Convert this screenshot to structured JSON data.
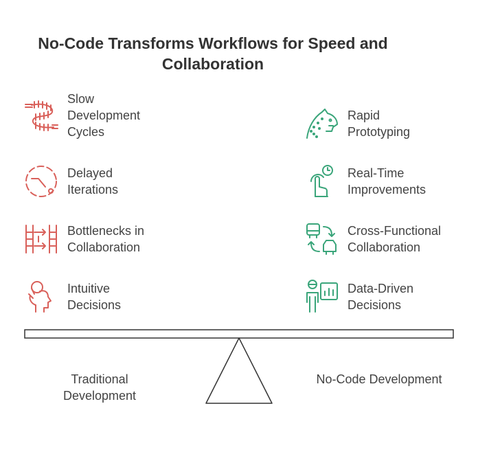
{
  "title": {
    "line1": "No-Code Transforms Workflows for Speed and",
    "line2": "Collaboration"
  },
  "colors": {
    "left_accent": "#d9605a",
    "right_accent": "#3aa57a",
    "text": "#434343",
    "line": "#333333"
  },
  "left_items": [
    {
      "lines": [
        "Slow",
        "Development",
        "Cycles"
      ],
      "icon": "centipede-icon"
    },
    {
      "lines": [
        "Delayed",
        "Iterations"
      ],
      "icon": "dashed-clock-icon"
    },
    {
      "lines": [
        "Bottlenecks in",
        "Collaboration"
      ],
      "icon": "split-arrows-icon"
    },
    {
      "lines": [
        "Intuitive",
        "Decisions"
      ],
      "icon": "head-idea-icon"
    }
  ],
  "right_items": [
    {
      "lines": [
        "Rapid",
        "Prototyping"
      ],
      "icon": "cheetah-icon"
    },
    {
      "lines": [
        "Real-Time",
        "Improvements"
      ],
      "icon": "hand-timer-icon"
    },
    {
      "lines": [
        "Cross-Functional",
        "Collaboration"
      ],
      "icon": "vehicles-exchange-icon"
    },
    {
      "lines": [
        "Data-Driven",
        "Decisions"
      ],
      "icon": "person-chart-icon"
    }
  ],
  "balance": {
    "left_label": [
      "Traditional",
      "Development"
    ],
    "right_label": [
      "No-Code Development"
    ]
  }
}
